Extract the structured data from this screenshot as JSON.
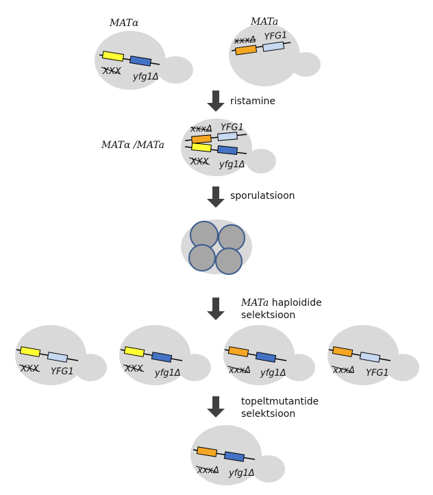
{
  "colors": {
    "cell": "#d9d9d9",
    "spore": "#a6a6a6",
    "spore_border": "#3a5a8c",
    "xxx_gene": "#ffff33",
    "xxx_deleted": "#f5a623",
    "yfg1_gene": "#c6d9f1",
    "yfg1_deleted": "#4472c4",
    "arrow": "#404040"
  },
  "labels": {
    "mat_alpha": "MATα",
    "mat_a": "MATa",
    "diploid": "MATα /MATa",
    "step_mating": "ristamine",
    "step_sporulation": "sporulatsioon",
    "step_haploid_mat": "MATa",
    "step_haploid_rest": " haploidide",
    "step_haploid_line2": "selektsioon",
    "step_double_line1": "topeltmutantide",
    "step_double_line2": "selektsioon"
  },
  "genes": {
    "xxx": "XXX",
    "xxx_del": "xxxΔ",
    "yfg1": "YFG1",
    "yfg1_del": "yfg1Δ"
  }
}
